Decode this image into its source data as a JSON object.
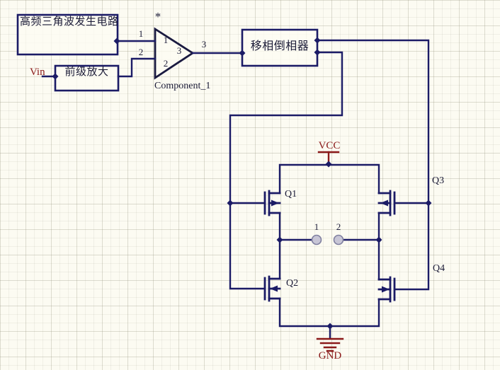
{
  "editor": {
    "type": "schematic-canvas",
    "colors": {
      "wire": "#1b1b66",
      "text": "#1c1c38",
      "net_label": "#8b1a1a",
      "background": "#fcfbf2",
      "node_fill": "#c8c6d6"
    }
  },
  "blocks": {
    "triangle_generator": {
      "label": "高频三角波发生电路"
    },
    "preamp": {
      "label": "前级放大"
    },
    "phase_inverter": {
      "label": "移相倒相器"
    }
  },
  "comparator": {
    "designator": "Component_1",
    "marker": "*",
    "pins_outer": {
      "p1": "1",
      "p2": "2",
      "p3": "3"
    },
    "pins_inner": {
      "p1": "1",
      "p2": "2",
      "p3": "3"
    }
  },
  "nets": {
    "vin": "Vin",
    "vcc": "VCC",
    "gnd": "GND"
  },
  "transistors": [
    {
      "ref": "Q1"
    },
    {
      "ref": "Q2"
    },
    {
      "ref": "Q3"
    },
    {
      "ref": "Q4"
    }
  ],
  "output_nodes": [
    {
      "label": "1"
    },
    {
      "label": "2"
    }
  ]
}
